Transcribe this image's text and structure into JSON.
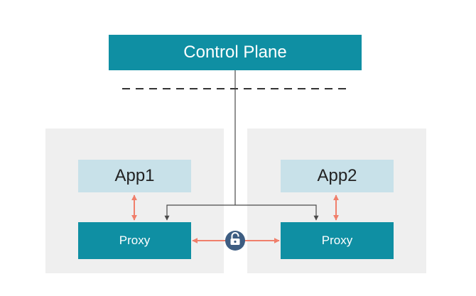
{
  "diagram": {
    "control_plane": {
      "label": "Control Plane"
    },
    "left_node": {
      "app": {
        "label": "App1"
      },
      "proxy": {
        "label": "Proxy"
      }
    },
    "right_node": {
      "app": {
        "label": "App2"
      },
      "proxy": {
        "label": "Proxy"
      }
    },
    "link": {
      "icon": "lock-icon"
    },
    "colors": {
      "control_plane": "#0f8fa3",
      "proxy": "#0f8fa3",
      "app": "#c8e1e9",
      "panel": "#efefef",
      "arrow": "#f07f6b",
      "lock_circle": "#3d5d82",
      "control_line": "#4a4a4a"
    }
  }
}
